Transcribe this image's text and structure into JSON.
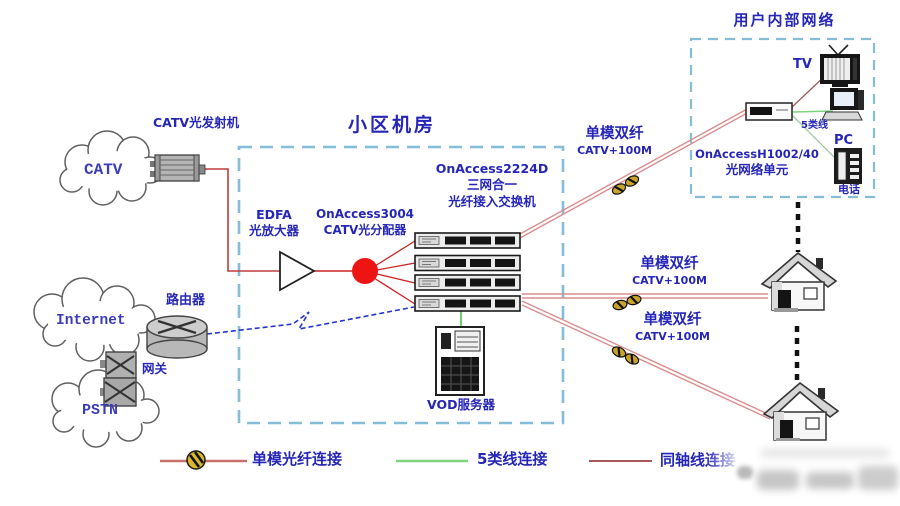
{
  "zones": {
    "machine_room": {
      "title": "小区机房"
    },
    "user_network": {
      "title": "用户内部网络"
    }
  },
  "clouds": {
    "catv": "CATV",
    "internet": "Internet",
    "pstn": "PSTN"
  },
  "devices": {
    "catv_transmitter": {
      "label": "CATV光发射机"
    },
    "edfa": {
      "line1": "EDFA",
      "line2": "光放大器"
    },
    "optical_splitter": {
      "line1": "OnAccess3004",
      "line2": "CATV光分配器"
    },
    "access_switch": {
      "line1": "OnAccess2224D",
      "line2": "三网合一",
      "line3": "光纤接入交换机"
    },
    "router": {
      "label": "路由器"
    },
    "gateway": {
      "label": "网关"
    },
    "vod_server": {
      "label": "VOD服务器"
    },
    "onu": {
      "line1": "OnAccessH1002/40",
      "line2": "光网络单元"
    }
  },
  "user_devices": {
    "tv": "TV",
    "pc": "PC",
    "phone": "电话",
    "cat5_line": "5类线"
  },
  "fiber_links": [
    {
      "name": "单模双纤",
      "capacity": "CATV+100M"
    },
    {
      "name": "单模双纤",
      "capacity": "CATV+100M"
    },
    {
      "name": "单模双纤",
      "capacity": "CATV+100M"
    }
  ],
  "legend": {
    "fiber": {
      "label": "单模光纤连接",
      "color": "#c87070"
    },
    "cat5": {
      "label": "5类线连接",
      "color": "#7fd27f"
    },
    "coax": {
      "label": "同轴线连接",
      "color": "#a85858"
    }
  },
  "colors": {
    "label_text": "#2526b8",
    "zone_border": "#85bcd8",
    "fiber_pair_line": "#d98e8e",
    "red_fiber_line": "#cc2222",
    "serial_link": "#2336cc",
    "splitter": "#ee1414",
    "splice_connector": "#c9a42a"
  }
}
